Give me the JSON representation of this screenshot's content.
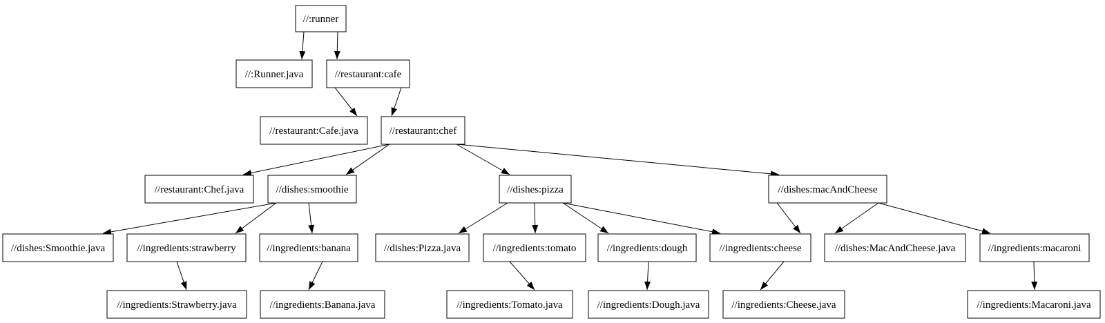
{
  "diagram": {
    "kind": "dependency-graph-tree",
    "colors": {
      "background": "#ffffff",
      "node_fill": "#ffffff",
      "node_border": "#000000",
      "text": "#000000",
      "edge": "#000000"
    },
    "nodes": [
      {
        "id": "runner",
        "label": "//:runner"
      },
      {
        "id": "runner_java",
        "label": "//:Runner.java"
      },
      {
        "id": "cafe",
        "label": "//restaurant:cafe"
      },
      {
        "id": "cafe_java",
        "label": "//restaurant:Cafe.java"
      },
      {
        "id": "chef",
        "label": "//restaurant:chef"
      },
      {
        "id": "chef_java",
        "label": "//restaurant:Chef.java"
      },
      {
        "id": "smoothie",
        "label": "//dishes:smoothie"
      },
      {
        "id": "pizza",
        "label": "//dishes:pizza"
      },
      {
        "id": "macandcheese",
        "label": "//dishes:macAndCheese"
      },
      {
        "id": "smoothie_java",
        "label": "//dishes:Smoothie.java"
      },
      {
        "id": "strawberry",
        "label": "//ingredients:strawberry"
      },
      {
        "id": "banana",
        "label": "//ingredients:banana"
      },
      {
        "id": "pizza_java",
        "label": "//dishes:Pizza.java"
      },
      {
        "id": "tomato",
        "label": "//ingredients:tomato"
      },
      {
        "id": "dough",
        "label": "//ingredients:dough"
      },
      {
        "id": "cheese",
        "label": "//ingredients:cheese"
      },
      {
        "id": "macandcheese_java",
        "label": "//dishes:MacAndCheese.java"
      },
      {
        "id": "macaroni",
        "label": "//ingredients:macaroni"
      },
      {
        "id": "strawberry_java",
        "label": "//ingredients:Strawberry.java"
      },
      {
        "id": "banana_java",
        "label": "//ingredients:Banana.java"
      },
      {
        "id": "tomato_java",
        "label": "//ingredients:Tomato.java"
      },
      {
        "id": "dough_java",
        "label": "//ingredients:Dough.java"
      },
      {
        "id": "cheese_java",
        "label": "//ingredients:Cheese.java"
      },
      {
        "id": "macaroni_java",
        "label": "//ingredients:Macaroni.java"
      }
    ],
    "edges": [
      {
        "from": "runner",
        "to": "runner_java"
      },
      {
        "from": "runner",
        "to": "cafe"
      },
      {
        "from": "cafe",
        "to": "cafe_java"
      },
      {
        "from": "cafe",
        "to": "chef"
      },
      {
        "from": "chef",
        "to": "chef_java"
      },
      {
        "from": "chef",
        "to": "smoothie"
      },
      {
        "from": "chef",
        "to": "pizza"
      },
      {
        "from": "chef",
        "to": "macandcheese"
      },
      {
        "from": "smoothie",
        "to": "smoothie_java"
      },
      {
        "from": "smoothie",
        "to": "strawberry"
      },
      {
        "from": "smoothie",
        "to": "banana"
      },
      {
        "from": "strawberry",
        "to": "strawberry_java"
      },
      {
        "from": "banana",
        "to": "banana_java"
      },
      {
        "from": "pizza",
        "to": "pizza_java"
      },
      {
        "from": "pizza",
        "to": "tomato"
      },
      {
        "from": "pizza",
        "to": "dough"
      },
      {
        "from": "pizza",
        "to": "cheese"
      },
      {
        "from": "tomato",
        "to": "tomato_java"
      },
      {
        "from": "dough",
        "to": "dough_java"
      },
      {
        "from": "cheese",
        "to": "cheese_java"
      },
      {
        "from": "macandcheese",
        "to": "cheese"
      },
      {
        "from": "macandcheese",
        "to": "macandcheese_java"
      },
      {
        "from": "macandcheese",
        "to": "macaroni"
      },
      {
        "from": "macaroni",
        "to": "macaroni_java"
      }
    ]
  }
}
